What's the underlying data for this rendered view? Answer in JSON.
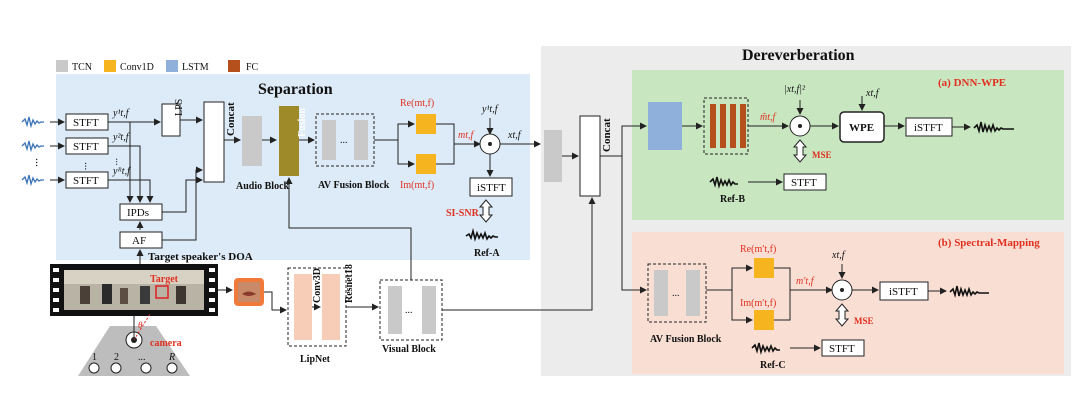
{
  "legend": [
    {
      "label": "TCN",
      "color": "#c9c9c9"
    },
    {
      "label": "Conv1D",
      "color": "#f6b51e"
    },
    {
      "label": "LSTM",
      "color": "#8fb0db"
    },
    {
      "label": "FC",
      "color": "#b5501c"
    }
  ],
  "sections": {
    "separation": "Separation",
    "dereverberation": "Dereverberation",
    "dnn_wpe": "(a) DNN-WPE",
    "spectral_mapping": "(b) Spectral-Mapping"
  },
  "separation": {
    "stft": "STFT",
    "lps": "LPS",
    "ipds": "IPDs",
    "af": "AF",
    "concat": "Concat",
    "fusion": "Fusion",
    "audio_block": "Audio Block",
    "av_fusion_block": "AV Fusion Block",
    "ellipsis": "...",
    "y1": "y¹t,f",
    "y2": "y²t,f",
    "yR": "yᴿt,f",
    "re_m": "Re(mt,f)",
    "im_m": "Im(mt,f)",
    "m": "mt,f",
    "x": "xt,f",
    "y1_top": "y¹t,f",
    "istft": "iSTFT",
    "si_snr": "SI-SNR",
    "ref_a": "Ref-A",
    "doa_label": "Target speaker's DOA",
    "target": "Target",
    "camera": "camera",
    "theta": "θ",
    "mic_labels": [
      "1",
      "2",
      "...",
      "R"
    ]
  },
  "lipnet": {
    "conv3d": "Conv3D",
    "resnet18": "Resnet18",
    "label": "LipNet",
    "visual_block": "Visual Block"
  },
  "dereverb": {
    "concat": "Concat",
    "dnn_wpe": {
      "m_hat": "m̃t,f",
      "power": "|xt,f|²",
      "x": "xt,f",
      "wpe": "WPE",
      "istft": "iSTFT",
      "mse": "MSE",
      "stft": "STFT",
      "ref": "Ref-B"
    },
    "spectral": {
      "re_m": "Re(m′t,f)",
      "im_m": "Im(m′t,f)",
      "m": "m′t,f",
      "x": "xt,f",
      "istft": "iSTFT",
      "mse": "MSE",
      "stft": "STFT",
      "ref": "Ref-C",
      "av_fusion_block": "AV Fusion Block"
    }
  }
}
